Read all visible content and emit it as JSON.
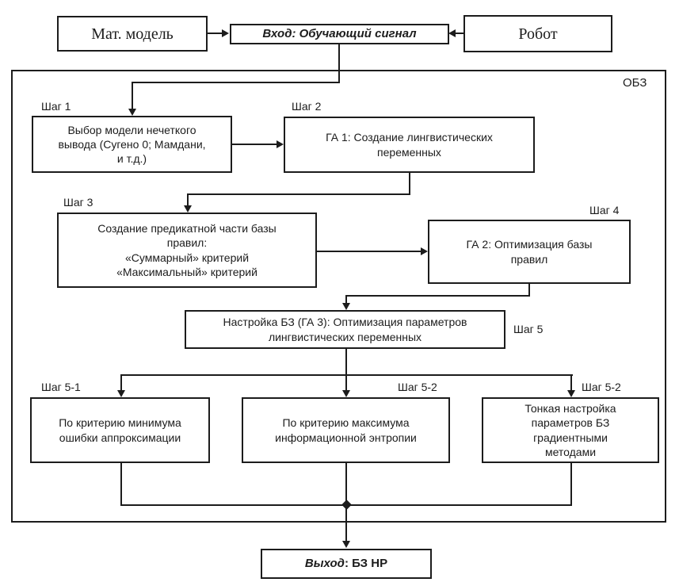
{
  "diagram": {
    "obz_label": "ОБЗ",
    "top": {
      "mat_model": "Мат. модель",
      "robot": "Робот",
      "input": "Вход: Обучающий сигнал"
    },
    "output": {
      "prefix": "Выход",
      "rest": ": БЗ НР"
    },
    "steps": {
      "step1": {
        "label": "Шаг 1",
        "lines": [
          "Выбор модели нечеткого",
          "вывода (Сугено 0; Мамдани,",
          "и т.д.)"
        ]
      },
      "step2": {
        "label": "Шаг 2",
        "lines": [
          "ГА 1: Создание лингвистических",
          "переменных"
        ]
      },
      "step3": {
        "label": "Шаг 3",
        "lines": [
          "Создание предикатной части базы",
          "правил:",
          "«Суммарный» критерий",
          "«Максимальный» критерий"
        ]
      },
      "step4": {
        "label": "Шаг 4",
        "lines": [
          "ГА 2: Оптимизация базы",
          "правил"
        ]
      },
      "step5": {
        "label": "Шаг 5",
        "lines": [
          "Настройка БЗ (ГА 3): Оптимизация параметров",
          "лингвистических переменных"
        ]
      },
      "step5_1": {
        "label": "Шаг 5-1",
        "lines": [
          "По критерию минимума",
          "ошибки аппроксимации"
        ]
      },
      "step5_2a": {
        "label": "Шаг 5-2",
        "lines": [
          "По критерию максимума",
          "информационной энтропии"
        ]
      },
      "step5_2b": {
        "label": "Шаг 5-2",
        "lines": [
          "Тонкая настройка",
          "параметров БЗ",
          "градиентными",
          "методами"
        ]
      }
    },
    "colors": {
      "line": "#1c1c1c",
      "background": "#ffffff"
    }
  }
}
